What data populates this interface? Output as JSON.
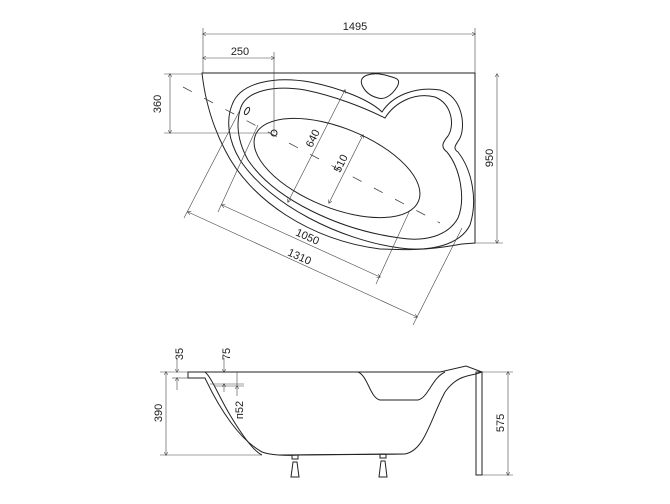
{
  "top_view": {
    "dimensions": {
      "overall_length": "1495",
      "drain_offset_x": "250",
      "drain_offset_y": "360",
      "overall_width": "950",
      "rim_width": "640",
      "basin_width": "510",
      "basin_length": "1050",
      "rim_length": "1310"
    }
  },
  "side_view": {
    "dimensions": {
      "rim_thickness": "35",
      "overflow_offset": "75",
      "overflow_diameter": "п52",
      "depth": "390",
      "total_height": "575"
    }
  }
}
